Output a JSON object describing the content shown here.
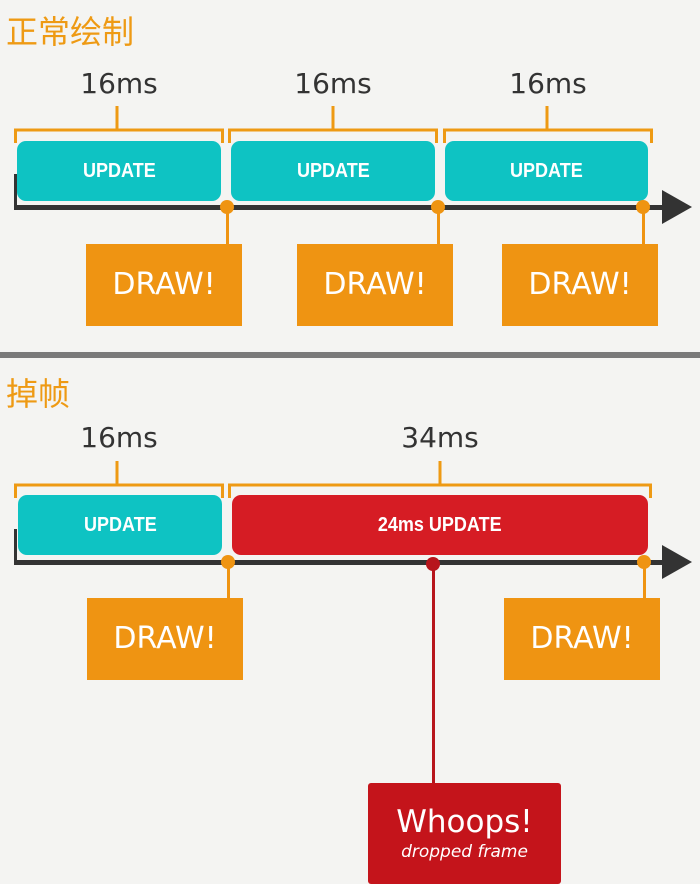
{
  "sections": [
    {
      "title": "正常绘制",
      "durations": [
        "16ms",
        "16ms",
        "16ms"
      ],
      "update_blocks": [
        "UPDATE",
        "UPDATE",
        "UPDATE"
      ],
      "draw_blocks": [
        "DRAW!",
        "DRAW!",
        "DRAW!"
      ]
    },
    {
      "title": "掉帧",
      "durations": [
        "16ms",
        "34ms"
      ],
      "update_blocks": [
        "UPDATE",
        "24ms UPDATE"
      ],
      "draw_blocks": [
        "DRAW!",
        "DRAW!"
      ],
      "callout": {
        "title": "Whoops!",
        "subtitle": "dropped frame"
      }
    }
  ],
  "colors": {
    "accent_orange": "#ee9a14",
    "update_teal": "#0ec3c3",
    "slow_update_red": "#d61c24",
    "whoops_red": "#c4141b",
    "timeline": "#333333"
  }
}
